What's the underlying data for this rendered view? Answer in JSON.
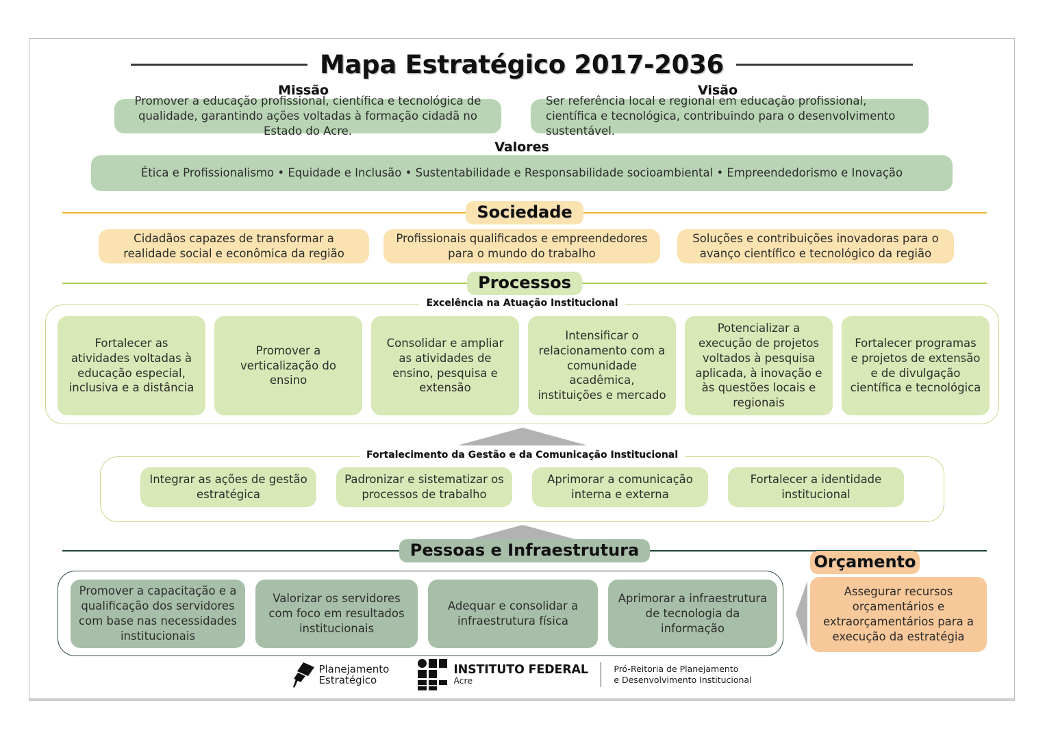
{
  "title": "Mapa Estratégico 2017-2036",
  "mission": {
    "heading": "Missão",
    "text": "Promover a educação profissional, científica e tecnológica de qualidade, garantindo ações voltadas à formação cidadã no Estado do Acre."
  },
  "vision": {
    "heading": "Visão",
    "text": "Ser referência local e regional em educação profissional, científica e tecnológica, contribuindo para o desenvolvimento sustentável."
  },
  "values": {
    "heading": "Valores",
    "text": "Ética e Profissionalismo • Equidade e Inclusão • Sustentabilidade e Responsabilidade socioambiental • Empreendedorismo e Inovação"
  },
  "society": {
    "band_label": "Sociedade",
    "cards": [
      "Cidadãos capazes de transformar a realidade social e econômica da região",
      "Profissionais qualificados e empreendedores para o mundo do trabalho",
      "Soluções e contribuições inovadoras para o avanço científico e tecnológico da região"
    ]
  },
  "processes": {
    "band_label": "Processos",
    "group_excellence": {
      "label": "Excelência na Atuação Institucional",
      "cards": [
        "Fortalecer as atividades voltadas à educação especial, inclusiva e a distância",
        "Promover a verticalização do ensino",
        "Consolidar e ampliar as atividades de ensino, pesquisa e extensão",
        "Intensificar o relacionamento com a comunidade acadêmica, instituições e mercado",
        "Potencializar a execução de projetos voltados à pesquisa aplicada, à inovação e às questões locais e regionais",
        "Fortalecer programas e projetos de extensão e de divulgação científica e tecnológica"
      ]
    },
    "group_management": {
      "label": "Fortalecimento da Gestão e da Comunicação Institucional",
      "cards": [
        "Integrar as ações de gestão estratégica",
        "Padronizar e sistematizar os processos de trabalho",
        "Aprimorar a comunicação interna e externa",
        "Fortalecer a identidade institucional"
      ]
    }
  },
  "people": {
    "band_label": "Pessoas e Infraestrutura",
    "cards": [
      "Promover a capacitação e a qualificação dos servidores com base nas necessidades institucionais",
      "Valorizar os servidores com foco em resultados institucionais",
      "Adequar e consolidar a infraestrutura física",
      "Aprimorar a infraestrutura de tecnologia da informação"
    ]
  },
  "budget": {
    "band_label": "Orçamento",
    "card": "Assegurar recursos orçamentários e extraorçamentários para a execução da estratégia"
  },
  "footer": {
    "planning_logo_line1": "Planejamento",
    "planning_logo_line2": "Estratégico",
    "institute_name": "INSTITUTO FEDERAL",
    "institute_campus": "Acre",
    "department_line1": "Pró-Reitoria de Planejamento",
    "department_line2": "e Desenvolvimento Institucional"
  },
  "colors": {
    "green_pale": "#b8d4b4",
    "cream": "#fae3b0",
    "lime": "#d8e8b6",
    "sage": "#a7bfa9",
    "peach": "#f7c89a",
    "amber_rule": "#e8b730",
    "lime_rule": "#a8cc4e",
    "dark_green_rule": "#1f4437",
    "arrow_grey": "#b2b2b2"
  }
}
